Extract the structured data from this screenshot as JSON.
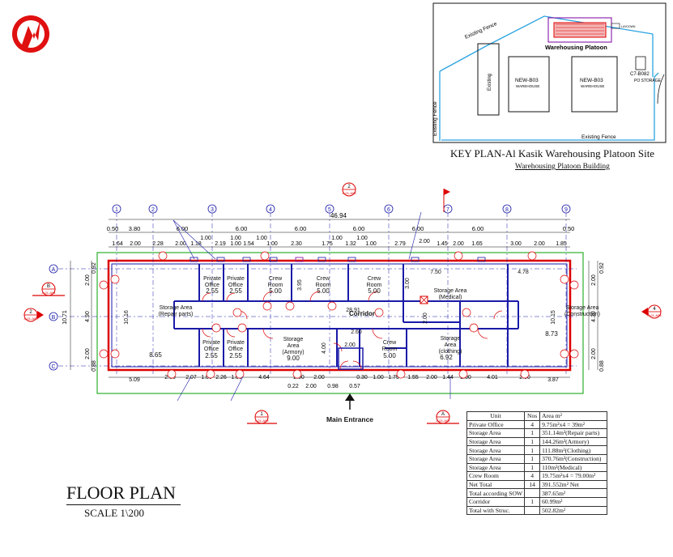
{
  "key_plan": {
    "title": "KEY PLAN-Al Kasik Warehousing Platoon Site",
    "subtitle": "Warehousing Platoon Building",
    "labels": {
      "fence_top": "Existing Fence",
      "fence_left": "Existing Fence",
      "fence_bottom": "Existing Fence",
      "platoon": "Warehousing Platoon",
      "existing": "Existing",
      "wh1": "NEW-B03",
      "wh1_sub": "WAREHOUSE",
      "wh2": "NEW-B03",
      "wh2_sub": "WAREHOUSE",
      "c7": "C7-B082",
      "c7_sub": "PO STORAGE",
      "lay": "LAYDOWN"
    }
  },
  "plan": {
    "title": "FLOOR PLAN",
    "scale": "SCALE 1\\200",
    "main_entrance": "Main Entrance",
    "corridor_label": "Corridor",
    "grid_top": [
      "1",
      "2",
      "3",
      "4",
      "5",
      "6",
      "7",
      "8",
      "9"
    ],
    "grid_side": [
      "A",
      "B",
      "C"
    ],
    "total_dim": "46.94",
    "dim_top1": [
      "0.50",
      "3.80",
      "6.00",
      "6.00",
      "6.00",
      "6.00",
      "6.00",
      "6.00",
      "0.50"
    ],
    "dim_top2": [
      "1.64",
      "2.00",
      "2.28",
      "2.00",
      "1.18",
      "2.19",
      "1.00",
      "1.54",
      "1.00",
      "2.30",
      "1.75",
      "1.32",
      "1.00",
      "2.79",
      "2.00",
      "1.45",
      "2.00",
      "1.65",
      "3.00",
      "2.00",
      "1.85"
    ],
    "dim_top3": [
      "1.00",
      "1.00",
      "1.00",
      "1.00",
      "1.00"
    ],
    "dim_bottom": [
      "5.09",
      "2.00",
      "2.07",
      "1.00",
      "2.26",
      "1.00",
      "4.64",
      "2.00",
      "2.00",
      "1.00",
      "1.75",
      "1.55",
      "2.00",
      "1.44",
      "2.00",
      "4.01",
      "2.00",
      "3.87"
    ],
    "dim_bottom2": [
      "0.22",
      "2.00",
      "0.98",
      "0.30",
      "0.57"
    ],
    "dim_left": [
      "10.71",
      "2.00",
      "4.90",
      "2.00",
      "0.92",
      "0.88"
    ],
    "dim_inner": [
      "10.16",
      "10.15",
      "28.91",
      "2.60",
      "2.00",
      "7.50",
      "4.78",
      "3.00",
      "3.95",
      "4.00",
      "2.00",
      "4.30",
      "2.00"
    ],
    "rooms": [
      {
        "name": "Storage Area",
        "sub": "(Repair parts)",
        "area": "8.65"
      },
      {
        "name": "Private",
        "sub": "Office",
        "area": "2.55"
      },
      {
        "name": "Private",
        "sub": "Office",
        "area": "2.55"
      },
      {
        "name": "Crew",
        "sub": "Room",
        "area": "5.00"
      },
      {
        "name": "Crew",
        "sub": "Room",
        "area": "5.00"
      },
      {
        "name": "Crew",
        "sub": "Room",
        "area": "5.00"
      },
      {
        "name": "Storage Area",
        "sub": "(Medical)",
        "area": ""
      },
      {
        "name": "Storage Area",
        "sub": "(Construction)",
        "area": "8.73"
      },
      {
        "name": "Private",
        "sub": "Office",
        "area": "2.55"
      },
      {
        "name": "Private",
        "sub": "Office",
        "area": "2.55"
      },
      {
        "name": "Storage",
        "sub": "Area",
        "sub2": "(Armory)",
        "area": "9.00"
      },
      {
        "name": "Crew",
        "sub": "Room",
        "area": "5.00"
      },
      {
        "name": "Storage",
        "sub": "Area",
        "sub2": "(clothing)",
        "area": "6.92"
      }
    ],
    "section_marks": {
      "a_top": "2",
      "a_top_ref": "A-01-A03",
      "a_left": "B",
      "a_left_ref": "A-01-A04",
      "b_left": "2",
      "b_left_ref": "A-01-A03",
      "b_right": "4",
      "b_right_ref": "A-01-A03",
      "bot1": "1",
      "bot1_ref": "A-01-A03",
      "bot2": "A",
      "bot2_ref": "A-01-A04"
    }
  },
  "area_table": {
    "headers": [
      "Unit",
      "Nos",
      "Area m²"
    ],
    "rows": [
      [
        "Private Office",
        "4",
        "9.75m²x4 = 39m²"
      ],
      [
        "Storage Area",
        "1",
        "351.14m²(Repair parts)"
      ],
      [
        "Storage Area",
        "1",
        "144.26m²(Armory)"
      ],
      [
        "Storage Area",
        "1",
        "111.88m²(Clothing)"
      ],
      [
        "Storage Area",
        "1",
        "370.76m²(Construction)"
      ],
      [
        "Storage Area",
        "1",
        "110m²(Medical)"
      ],
      [
        "Crew Room",
        "4",
        "19.75m²x4 = 79.00m²"
      ],
      [
        "Net Total",
        "14",
        "391.552m² Net"
      ],
      [
        "Total according SOW",
        "",
        "387.65m²"
      ],
      [
        "Corridor",
        "1",
        "60.99m²"
      ],
      [
        "Total with Struc.",
        "",
        "502.82m²"
      ]
    ]
  },
  "colors": {
    "wall": "#1a1aa8",
    "slab": "#dd0000",
    "site": "#00a000",
    "fence": "#2aa3e0",
    "grid": "#1a1aa8",
    "highlight": "#7a00a0"
  },
  "logo": "north-arrow-logo"
}
